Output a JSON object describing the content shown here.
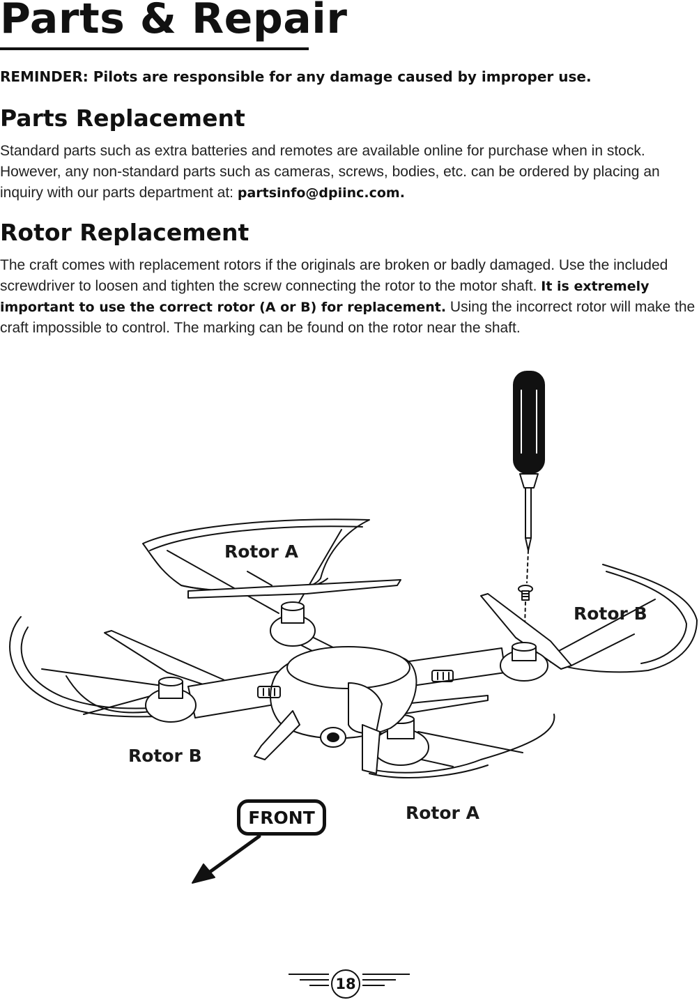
{
  "page": {
    "title": "Parts & Repair",
    "reminder": "REMINDER: Pilots are responsible for any damage caused by improper use.",
    "page_number": "18"
  },
  "parts_replacement": {
    "heading": "Parts Replacement",
    "body": "Standard parts such as extra batteries and remotes are available online for purchase when in stock. However, any non-standard parts such as cameras, screws, bodies, etc. can be ordered by placing an inquiry with our parts department at: ",
    "email": "partsinfo@dpiinc.com."
  },
  "rotor_replacement": {
    "heading": "Rotor Replacement",
    "body_1": "The craft comes with replacement rotors if the originals are broken or badly damaged. Use the included screwdriver to loosen and tighten the screw connecting the rotor to the motor shaft. ",
    "emphasis": "It is extremely important to use the correct rotor (A or B) for replacement.",
    "body_2": " Using the incorrect rotor will make the craft impossible to control. The marking can be found on the rotor near the shaft."
  },
  "figure": {
    "labels": {
      "rotor_back_left": "Rotor A",
      "rotor_back_right": "Rotor B",
      "rotor_front_left": "Rotor B",
      "rotor_front_right": "Rotor A"
    },
    "front_badge": "FRONT"
  }
}
